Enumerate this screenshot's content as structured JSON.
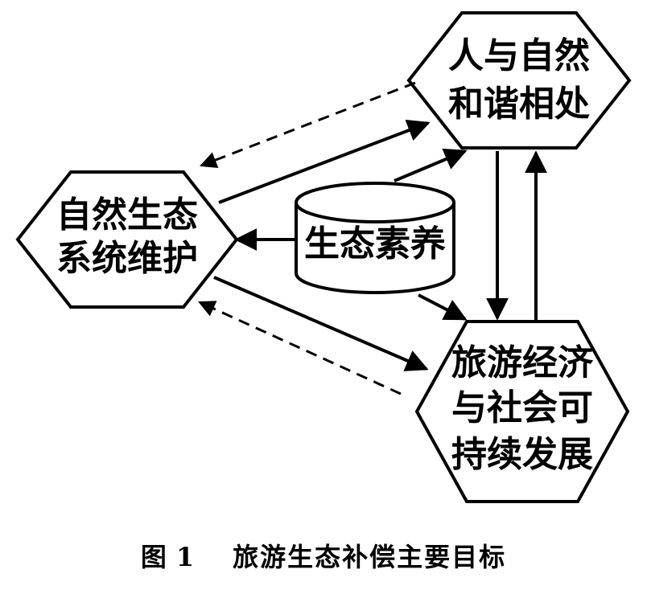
{
  "nodes": {
    "harmony": {
      "lines": [
        "人与自然",
        "和谐相处"
      ]
    },
    "ecosystem": {
      "lines": [
        "自然生态",
        "系统维护"
      ]
    },
    "literacy": {
      "label": "生态素养"
    },
    "tourism": {
      "lines": [
        "旅游经济",
        "与社会可",
        "持续发展"
      ]
    }
  },
  "caption": {
    "prefix": "图",
    "number": "1",
    "title": "旅游生态补偿主要目标"
  }
}
